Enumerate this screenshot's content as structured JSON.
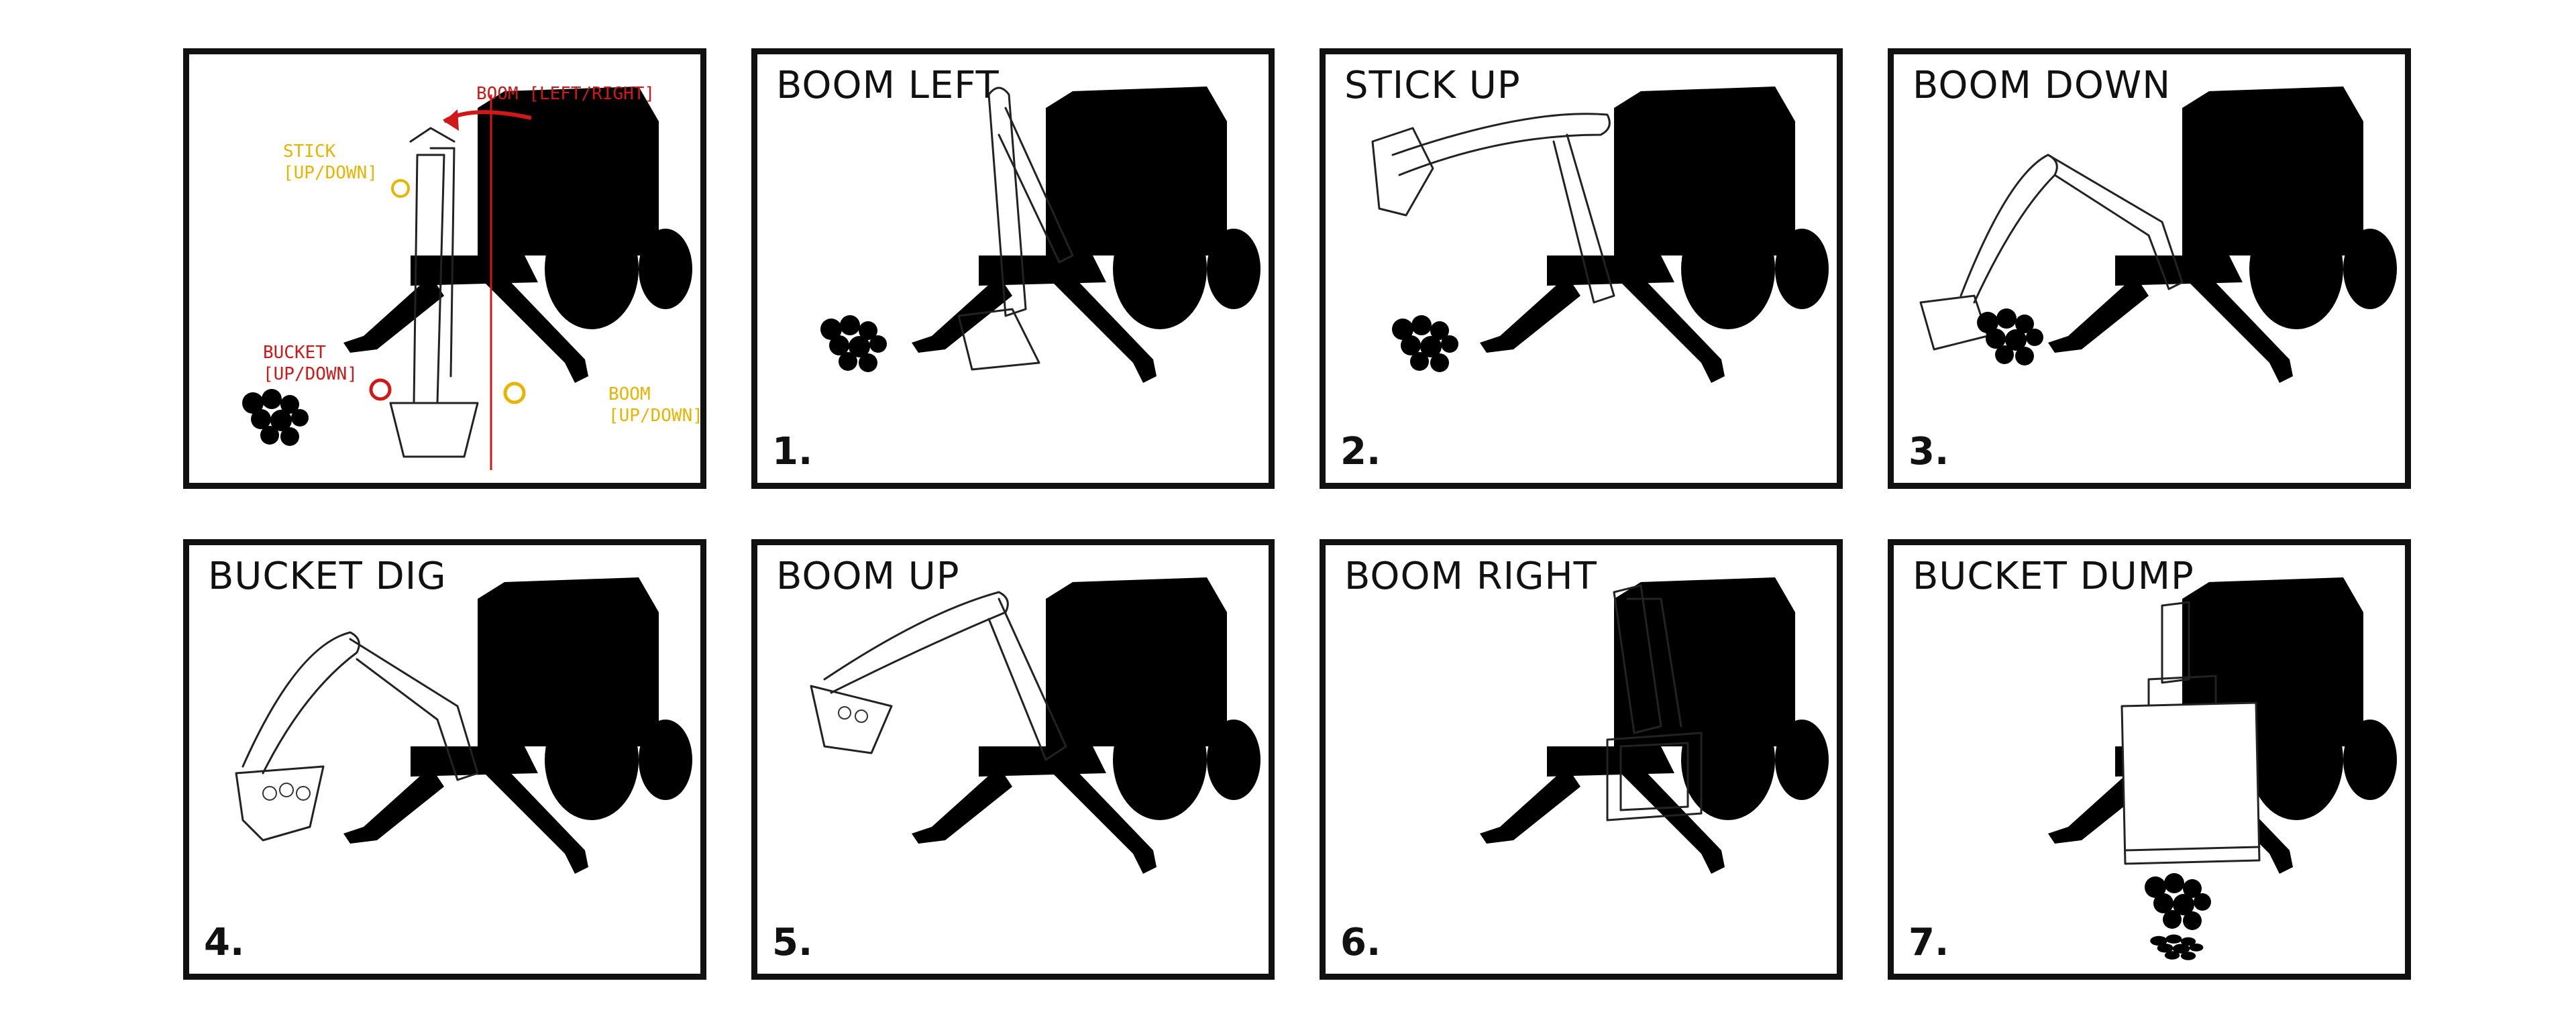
{
  "colors": {
    "annotation_red": "#d01818",
    "annotation_yellow": "#e8b400",
    "ink": "#111111"
  },
  "legend_panel": {
    "boom_label": "BOOM [LEFT/RIGHT]",
    "stick_label_line1": "STICK",
    "stick_label_line2": "[UP/DOWN]",
    "bucket_label_line1": "BUCKET",
    "bucket_label_line2": "[UP/DOWN]",
    "boom_updown_line1": "BOOM",
    "boom_updown_line2": "[UP/DOWN]"
  },
  "steps": [
    {
      "title": "BOOM LEFT",
      "number": "1."
    },
    {
      "title": "STICK UP",
      "number": "2."
    },
    {
      "title": "BOOM DOWN",
      "number": "3."
    },
    {
      "title": "BUCKET DIG",
      "number": "4."
    },
    {
      "title": "BOOM UP",
      "number": "5."
    },
    {
      "title": "BOOM RIGHT",
      "number": "6."
    },
    {
      "title": "BUCKET DUMP",
      "number": "7."
    }
  ]
}
